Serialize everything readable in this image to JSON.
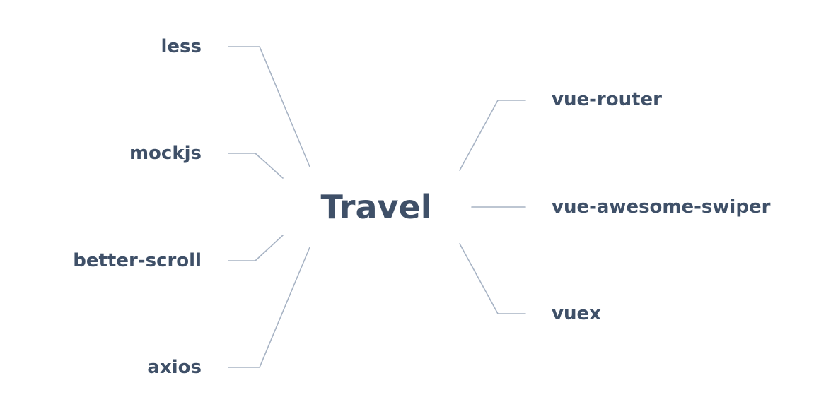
{
  "colors": {
    "background": "#ffffff",
    "text": "#3f5068",
    "connector": "#a7b3c4"
  },
  "central": {
    "label": "Travel"
  },
  "left_branches": [
    {
      "label": "less"
    },
    {
      "label": "mockjs"
    },
    {
      "label": "better-scroll"
    },
    {
      "label": "axios"
    }
  ],
  "right_branches": [
    {
      "label": "vue-router"
    },
    {
      "label": "vue-awesome-swiper"
    },
    {
      "label": "vuex"
    }
  ]
}
